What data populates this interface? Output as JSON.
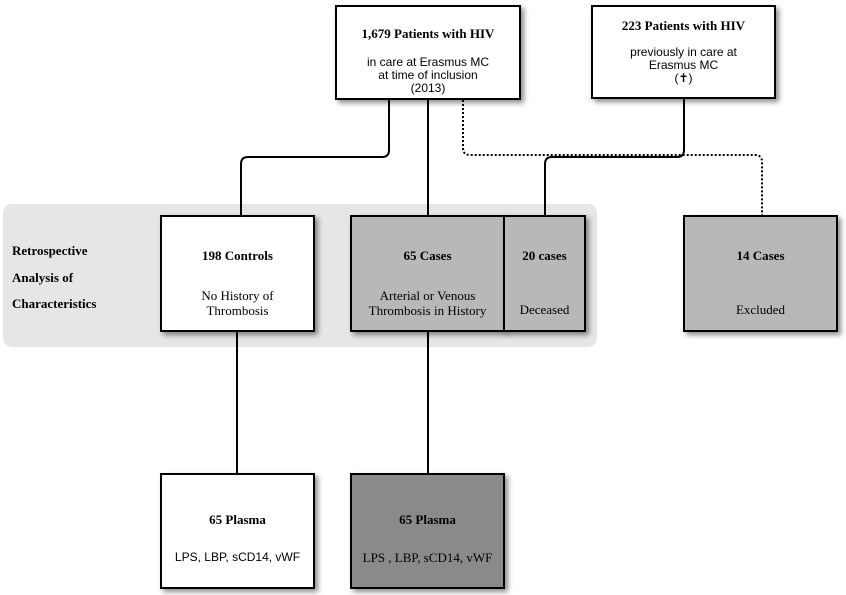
{
  "analysis_label": [
    "Retrospective",
    "Analysis of",
    "Characteristics"
  ],
  "boxes": {
    "current": {
      "title": "1,679 Patients with HIV",
      "line1": "in care at Erasmus MC",
      "line2": "at time of inclusion",
      "line3": "(2013)"
    },
    "previous": {
      "title": "223 Patients with HIV",
      "line1": "previously in care at",
      "line2": "Erasmus MC",
      "line3": "(✝)"
    },
    "controls": {
      "title": "198 Controls",
      "line1": "No History of",
      "line2": "Thrombosis"
    },
    "cases": {
      "title": "65 Cases",
      "line1": "Arterial or Venous",
      "line2": "Thrombosis in History"
    },
    "deceased": {
      "title": "20 cases",
      "line1": "Deceased"
    },
    "excluded": {
      "title": "14 Cases",
      "line1": "Excluded"
    },
    "plasma_controls": {
      "title": "65 Plasma",
      "line1": "LPS, LBP, sCD14, vWF"
    },
    "plasma_cases": {
      "title": "65 Plasma",
      "line1": "LPS , LBP, sCD14, vWF"
    }
  },
  "colors": {
    "box_white": "#ffffff",
    "box_gray": "#b8b8b8",
    "box_dark": "#8a8a8a",
    "band": "#e6e6e6"
  }
}
